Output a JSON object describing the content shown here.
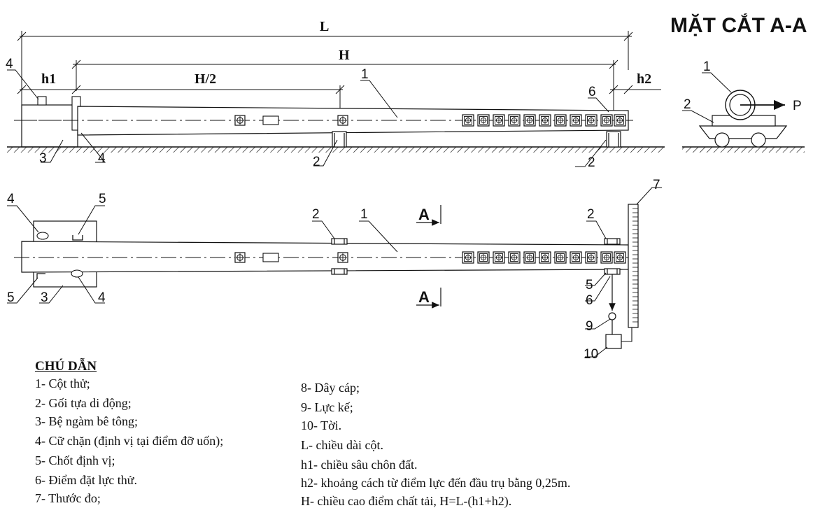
{
  "title": "MẶT CẮT A-A",
  "dimensions": {
    "L": "L",
    "H": "H",
    "H_half": "H/2",
    "h1": "h1",
    "h2": "h2"
  },
  "section_marks": {
    "top": "A",
    "bottom": "A"
  },
  "callouts": {
    "side": [
      "4",
      "1",
      "6",
      "3",
      "4",
      "2",
      "2"
    ],
    "plan": [
      "4",
      "5",
      "2",
      "1",
      "2",
      "7",
      "5",
      "3",
      "4",
      "5",
      "6",
      "9",
      "10"
    ],
    "section": [
      "1",
      "2",
      "P"
    ]
  },
  "legend": {
    "heading": "CHÚ DẪN",
    "left": [
      "1- Cột thử;",
      "2- Gối tựa di động;",
      "3- Bệ ngàm bê tông;",
      "4- Cữ chặn (định vị tại điểm đỡ uốn);",
      "5- Chốt định vị;",
      "6- Điểm đặt lực thử.",
      "7- Thước đo;"
    ],
    "right": [
      "8- Dây cáp;",
      "9- Lực kế;",
      "10- Tời.",
      "L- chiều dài cột.",
      "h1- chiều sâu chôn đất.",
      "h2- khoảng cách từ điểm lực đến đầu trụ bằng 0,25m.",
      "H- chiều cao điểm chất tải, H=L-(h1+h2)."
    ]
  }
}
